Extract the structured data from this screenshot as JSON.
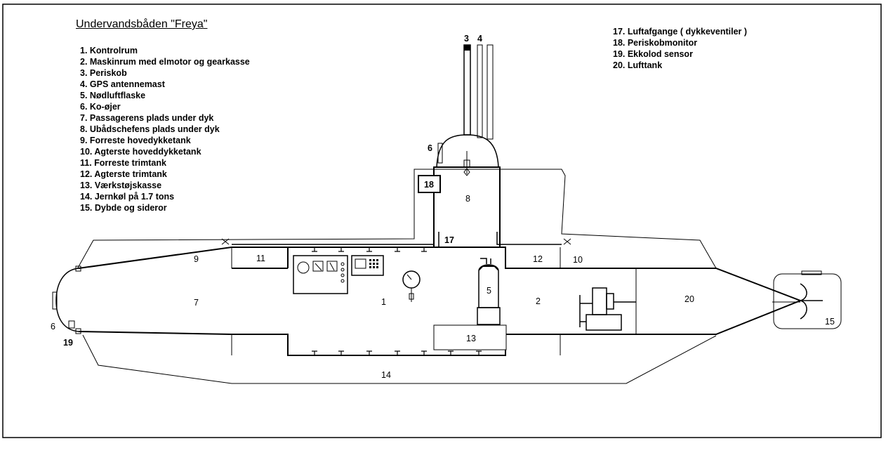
{
  "title": "Undervandsbåden \"Freya\"",
  "legend_left": [
    "1. Kontrolrum",
    "2. Maskinrum med elmotor og gearkasse",
    "3. Periskob",
    "4. GPS antennemast",
    "5. Nødluftflaske",
    "6. Ko-øjer",
    "7. Passagerens plads under dyk",
    "8. Ubådschefens plads under dyk",
    "9. Forreste hovedykketank",
    "10. Agterste hoveddykketank",
    "11. Forreste trimtank",
    "12. Agterste trimtank",
    "13. Værkstøjskasse",
    "14. Jernkøl på 1.7 tons",
    "15. Dybde og sideror"
  ],
  "legend_right": [
    "17. Luftafgange ( dykkeventiler )",
    "18. Periskobmonitor",
    "19. Ekkolod sensor",
    "20. Lufttank"
  ],
  "labels": {
    "n1": "1",
    "n2": "2",
    "n3": "3",
    "n4": "4",
    "n5": "5",
    "n6a": "6",
    "n6b": "6",
    "n7": "7",
    "n8": "8",
    "n9": "9",
    "n10": "10",
    "n11": "11",
    "n12": "12",
    "n13": "13",
    "n14": "14",
    "n15": "15",
    "n17": "17",
    "n18": "18",
    "n19": "19",
    "n20": "20"
  }
}
